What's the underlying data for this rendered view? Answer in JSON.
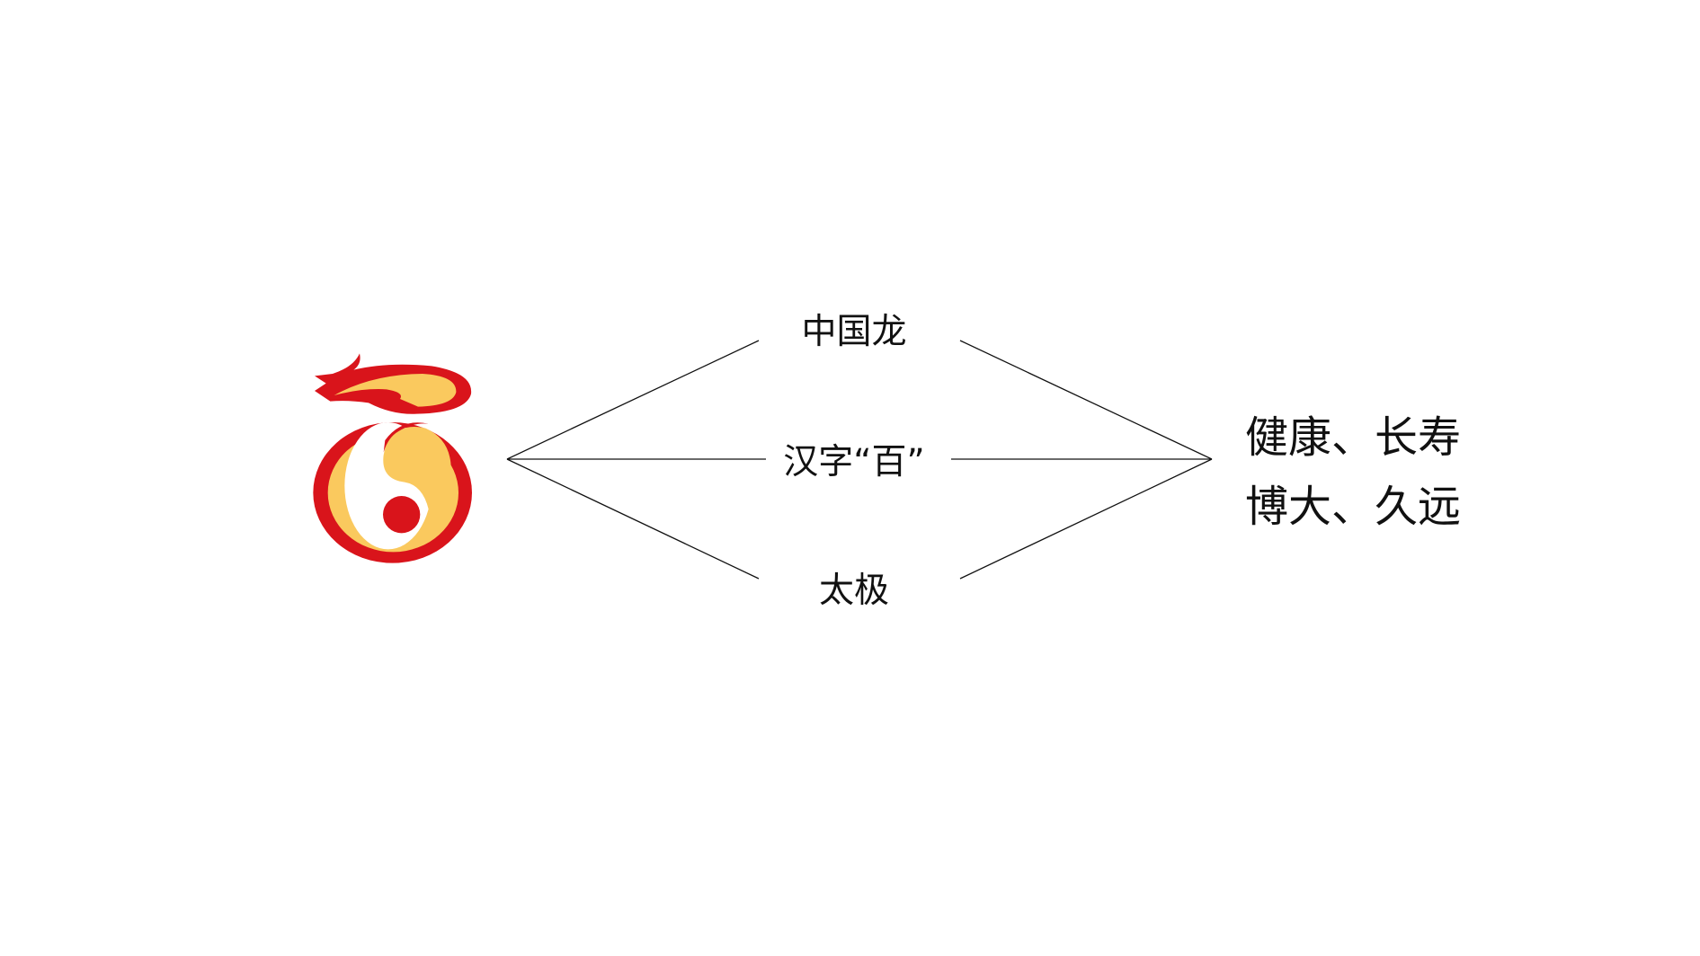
{
  "logo": {
    "name": "百 dragon taiji logo",
    "colors": {
      "red": "#d9141b",
      "yellow": "#fac95e"
    }
  },
  "concepts": [
    "中国龙",
    "汉字“百”",
    "太极"
  ],
  "meanings": [
    "健康、长寿",
    "博大、久远"
  ],
  "line_color": "#111111"
}
